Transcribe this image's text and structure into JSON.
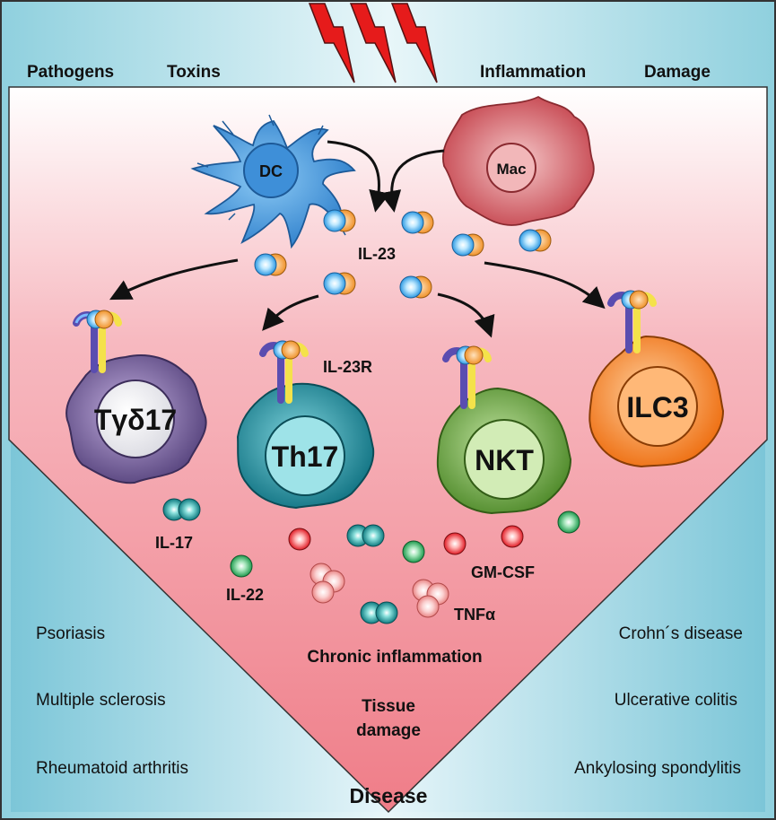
{
  "top_labels": {
    "pathogens": "Pathogens",
    "toxins": "Toxins",
    "inflammation": "Inflammation",
    "damage": "Damage"
  },
  "cells": {
    "dc": "DC",
    "mac": "Mac",
    "tgd17": "Tγδ17",
    "th17": "Th17",
    "nkt": "NKT",
    "ilc3": "ILC3"
  },
  "cytokines": {
    "il23": "IL-23",
    "il23r": "IL-23R",
    "il17": "IL-17",
    "il22": "IL-22",
    "gmcsf": "GM-CSF",
    "tnfa": "TNFα"
  },
  "outcomes": {
    "chronic": "Chronic inflammation",
    "tissue_line1": "Tissue",
    "tissue_line2": "damage",
    "disease": "Disease"
  },
  "diseases_left": [
    "Psoriasis",
    "Multiple sclerosis",
    "Rheumatoid arthritis"
  ],
  "diseases_right": [
    "Crohn´s disease",
    "Ulcerative colitis",
    "Ankylosing spondylitis"
  ],
  "colors": {
    "dc": "#3f8fd8",
    "mac": "#c9484f",
    "tgd17": "#6e5696",
    "th17": "#1d8d9c",
    "nkt": "#6ca542",
    "ilc3": "#f3811f",
    "bolt": "#e61b1b"
  }
}
